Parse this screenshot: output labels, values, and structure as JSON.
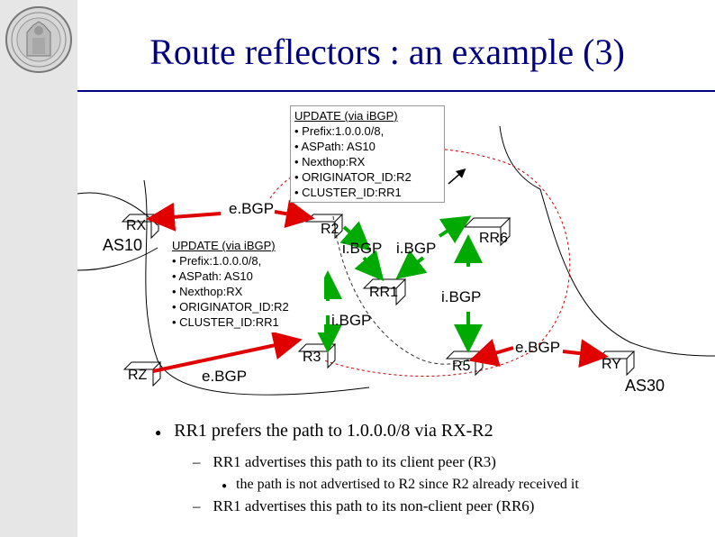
{
  "title": "Route reflectors : an example (3)",
  "update_box_top": {
    "header": "UPDATE (via iBGP)",
    "lines": [
      "Prefix:1.0.0.0/8,",
      "ASPath: AS10",
      "Nexthop:RX",
      "ORIGINATOR_ID:R2",
      "CLUSTER_ID:RR1"
    ]
  },
  "update_box_left": {
    "header": "UPDATE (via iBGP)",
    "lines": [
      "Prefix:1.0.0.0/8,",
      "ASPath: AS10",
      "Nexthop:RX",
      "ORIGINATOR_ID:R2",
      "CLUSTER_ID:RR1"
    ]
  },
  "nodes": {
    "rx": "RX",
    "as10": "AS10",
    "r2": "R2",
    "rr6": "RR6",
    "rr1": "RR1",
    "r3": "R3",
    "rz": "RZ",
    "r5": "R5",
    "ry": "RY",
    "as30": "AS30"
  },
  "links": {
    "ebgp_top": "e.BGP",
    "ibgp_r2": "i.BGP",
    "ibgp_rr6": "i.BGP",
    "ibgp_rr6_r5": "i.BGP",
    "ibgp_r3": "i.BGP",
    "ebgp_rz": "e.BGP",
    "ebgp_ry": "e.BGP"
  },
  "bullets": {
    "main": "RR1 prefers the path to 1.0.0.0/8 via RX-R2",
    "sub1": "RR1 advertises this path to its client peer (R3)",
    "subsub1": "the path is not advertised to R2 since R2 already received it",
    "sub2": "RR1 advertises this path to its non-client peer (RR6)",
    "bullet_mark": "●",
    "dash_mark": "–"
  },
  "colors": {
    "title": "#000080",
    "arrow_red": "#e00000",
    "arrow_green": "#00aa00",
    "cluster_dashed": "#cc0000",
    "sidebar": "#e6e6e6"
  }
}
